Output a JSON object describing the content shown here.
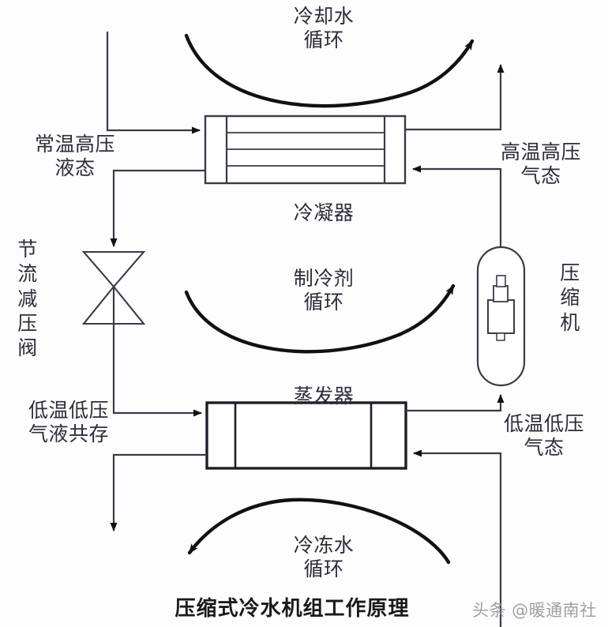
{
  "title": "压缩式冷水机组工作原理",
  "watermark": "头条 @暖通南社",
  "components": {
    "condenser": "冷凝器",
    "evaporator": "蒸发器",
    "compressor": "压缩机",
    "throttle_valve": "节流减压阀"
  },
  "flow_labels": {
    "cooling_water": "冷却水\n循环",
    "refrigerant": "制冷剂\n循环",
    "chilled_water": "冷冻水\n循环"
  },
  "state_labels": {
    "inlet_liquid": "常温高压\n液态",
    "outlet_hot_gas": "高温高压\n气态",
    "low_mixed": "低温低压\n气液共存",
    "low_gas": "低温低压\n气态"
  },
  "colors": {
    "line": "#3a3a4a",
    "text": "#2d2d3a",
    "background": "#fdfdfd",
    "arrow": "#111111"
  }
}
